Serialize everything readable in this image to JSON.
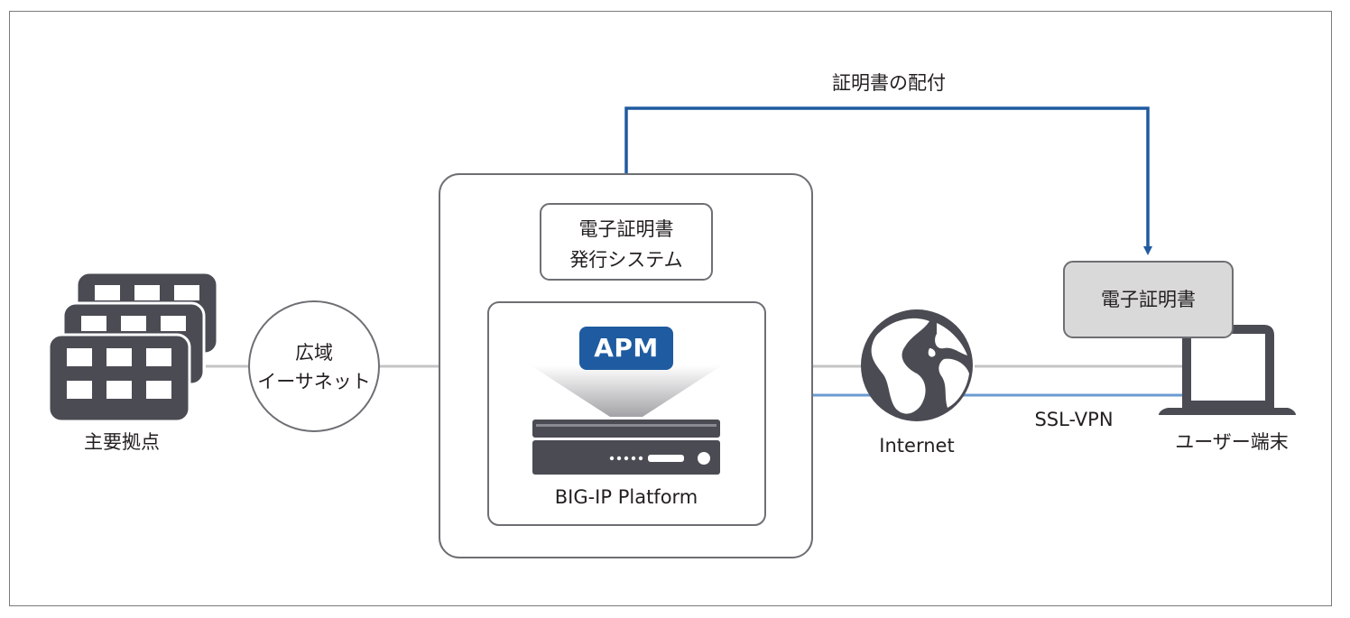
{
  "labels": {
    "headquarters": "主要拠点",
    "wan_line1": "広域",
    "wan_line2": "イーサネット",
    "issuing_line1": "電子証明書",
    "issuing_line2": "発行システム",
    "apm": "APM",
    "platform": "BIG-IP Platform",
    "internet": "Internet",
    "certificate": "電子証明書",
    "distribution": "証明書の配付",
    "ssl_vpn": "SSL-VPN",
    "user_terminal": "ユーザー端末"
  },
  "colors": {
    "dark_gray": "#4a4b53",
    "connector_gray": "#c4c4c4",
    "blue_arrow": "#1f5ba0",
    "blue_link": "#6b9bd1",
    "cert_box_fill": "#d9d9d9",
    "apm_fill": "#1f5ba0"
  },
  "icons": [
    "building-icon",
    "globe-icon",
    "server-appliance-icon",
    "laptop-icon"
  ]
}
